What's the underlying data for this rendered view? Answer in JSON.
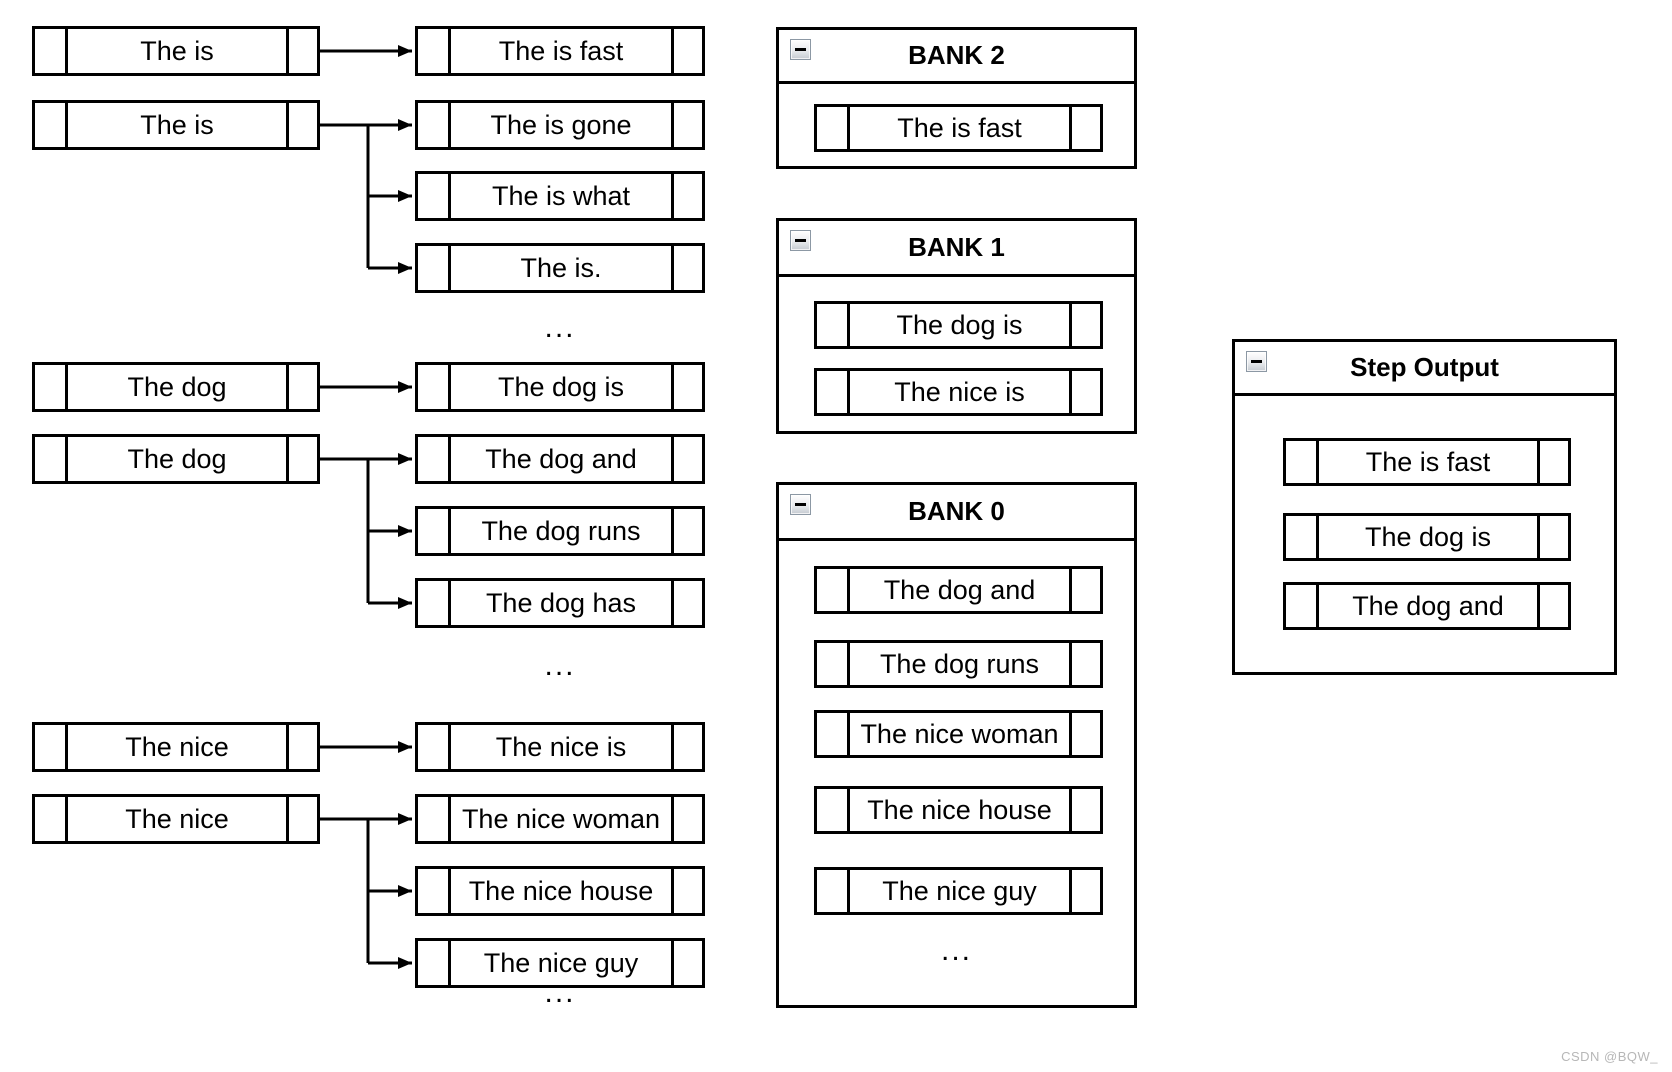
{
  "figure": {
    "background": "#ffffff",
    "stroke_color": "#000000",
    "watermark": {
      "text": "CSDN @BQW_",
      "color": "#b7b7b7"
    }
  },
  "icons": {
    "collapse": "minus-icon"
  },
  "groups": [
    {
      "sources": [
        "The is",
        "The is"
      ],
      "expansions": [
        "The is fast",
        "The is gone",
        "The is what",
        "The is."
      ],
      "ellipsis": "..."
    },
    {
      "sources": [
        "The dog",
        "The dog"
      ],
      "expansions": [
        "The dog is",
        "The dog and",
        "The dog runs",
        "The dog has"
      ],
      "ellipsis": "..."
    },
    {
      "sources": [
        "The nice",
        "The nice"
      ],
      "expansions": [
        "The nice is",
        "The nice woman",
        "The nice house",
        "The nice guy"
      ],
      "ellipsis": "..."
    }
  ],
  "banks": [
    {
      "title": "BANK 2",
      "collapse_icon": "minus-icon",
      "items": [
        "The is fast"
      ]
    },
    {
      "title": "BANK 1",
      "collapse_icon": "minus-icon",
      "items": [
        "The dog is",
        "The nice is"
      ]
    },
    {
      "title": "BANK 0",
      "collapse_icon": "minus-icon",
      "items": [
        "The dog and",
        "The dog runs",
        "The nice woman",
        "The nice house",
        "The nice guy"
      ],
      "ellipsis": "..."
    }
  ],
  "step_output": {
    "title": "Step Output",
    "collapse_icon": "minus-icon",
    "items": [
      "The is fast",
      "The dog is",
      "The dog and"
    ]
  }
}
